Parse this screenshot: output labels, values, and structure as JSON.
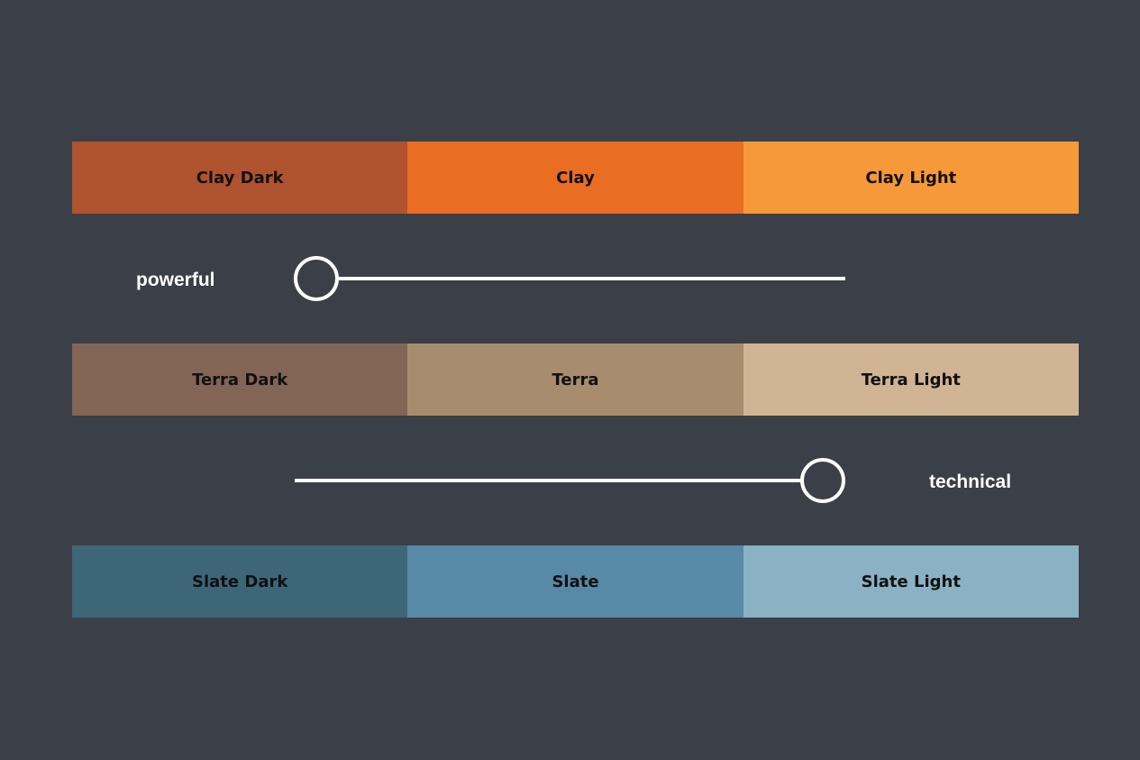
{
  "rows": [
    {
      "swatches": [
        {
          "name": "Clay Dark",
          "color": "#b0532f"
        },
        {
          "name": "Clay",
          "color": "#ea6d24"
        },
        {
          "name": "Clay Light",
          "color": "#f69938"
        }
      ]
    },
    {
      "swatches": [
        {
          "name": "Terra Dark",
          "color": "#836555"
        },
        {
          "name": "Terra",
          "color": "#a88c6e"
        },
        {
          "name": "Terra Light",
          "color": "#d0b494"
        }
      ]
    },
    {
      "swatches": [
        {
          "name": "Slate Dark",
          "color": "#3e6679"
        },
        {
          "name": "Slate",
          "color": "#5889a7"
        },
        {
          "name": "Slate Light",
          "color": "#8bb1c4"
        }
      ]
    }
  ],
  "sliders": [
    {
      "label": "powerful",
      "value": 0
    },
    {
      "label": "technical",
      "value": 1
    }
  ]
}
